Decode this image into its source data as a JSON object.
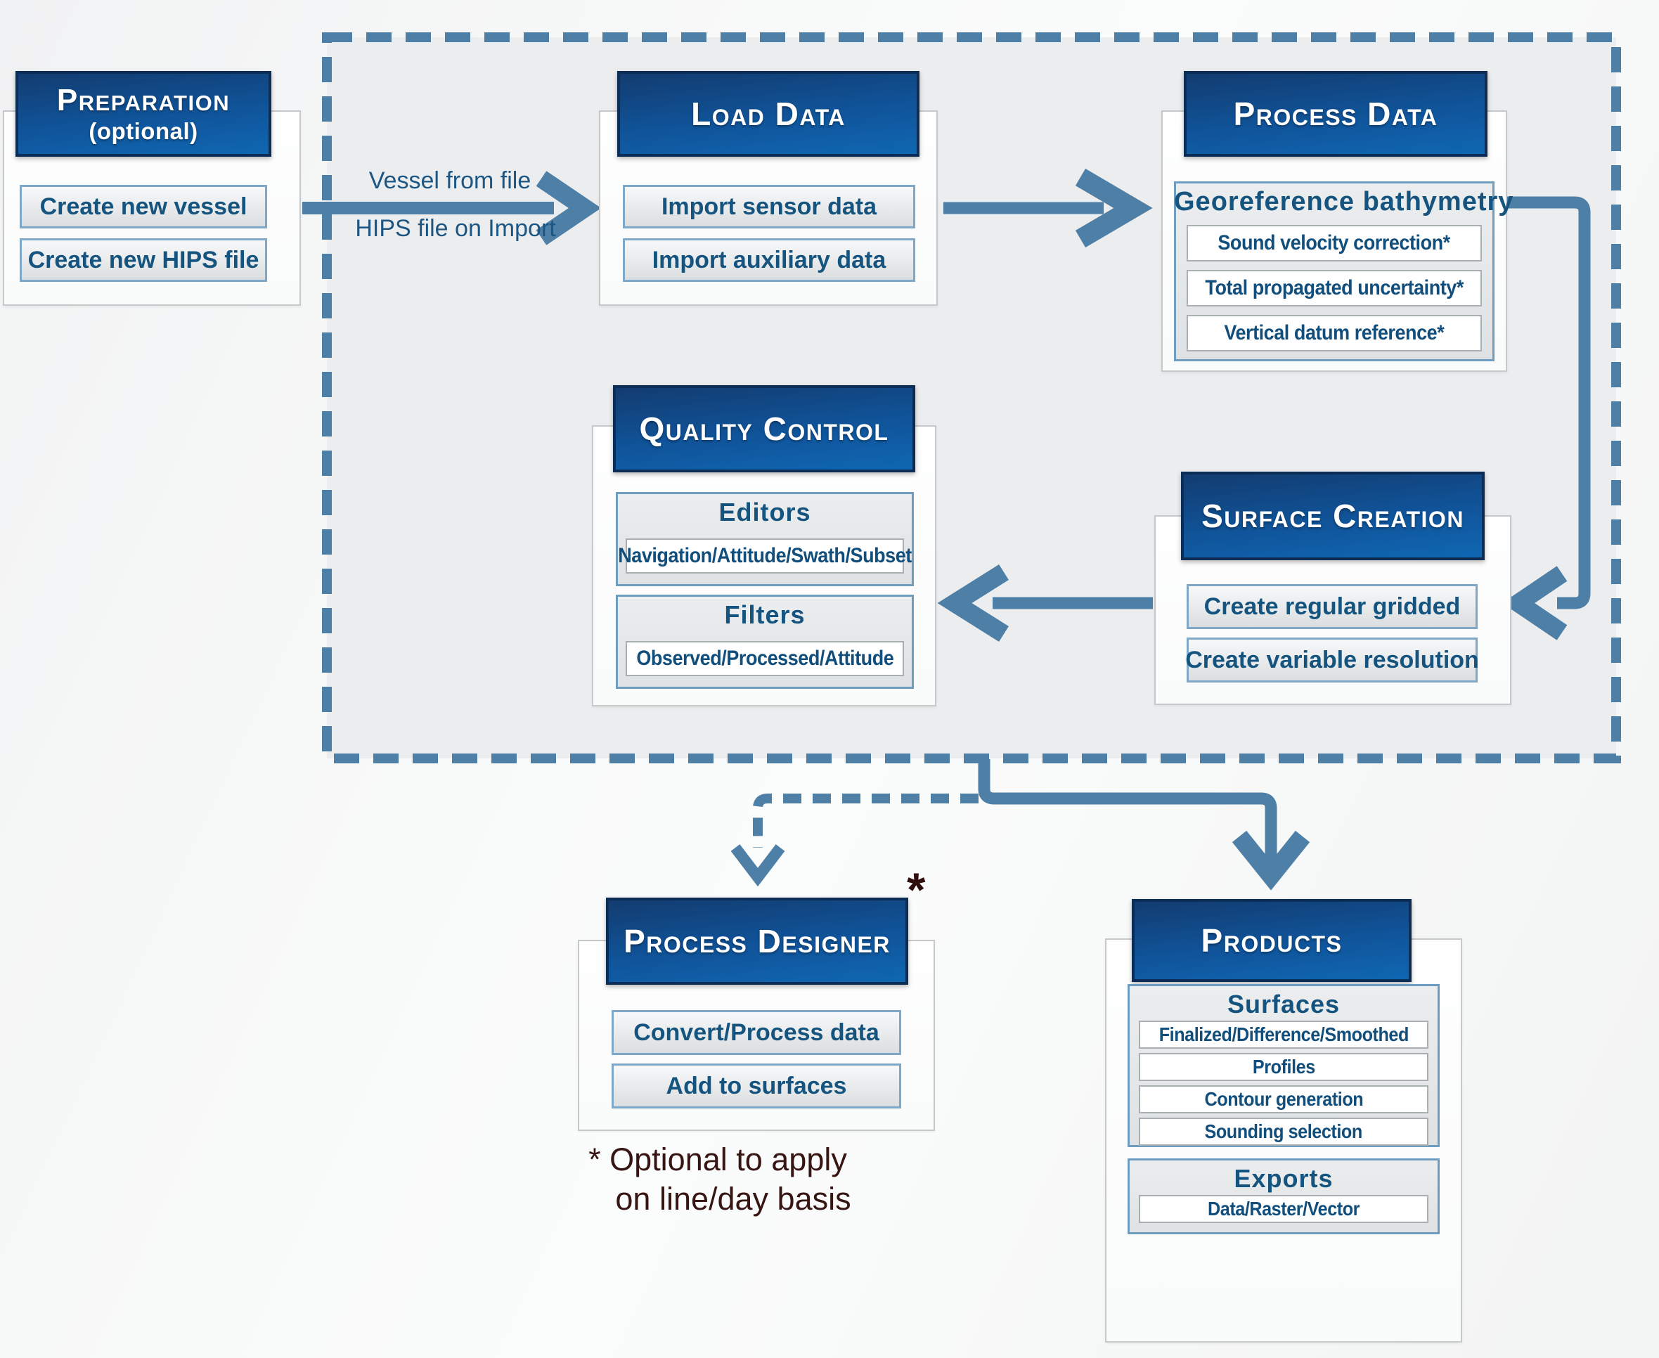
{
  "colors": {
    "accent_blue": "#4e7fa6",
    "header_gradient_top": "#123c70",
    "header_gradient_bottom": "#0f67b2",
    "button_text_blue": "#15547f",
    "note_maroon": "#361512",
    "dashed_region_fill": "#ecedee"
  },
  "preparation": {
    "title": "Preparation",
    "subtitle": "(optional)",
    "items": [
      "Create new vessel",
      "Create new HIPS file"
    ]
  },
  "load_data": {
    "title": "Load Data",
    "items": [
      "Import sensor data",
      "Import auxiliary data"
    ]
  },
  "process_data": {
    "title": "Process Data",
    "group_title": "Georeference bathymetry",
    "items": [
      "Sound velocity correction*",
      "Total propagated uncertainty*",
      "Vertical datum reference*"
    ]
  },
  "quality_control": {
    "title": "Quality Control",
    "editors_title": "Editors",
    "editors_items": [
      "Navigation/Attitude/Swath/Subset"
    ],
    "filters_title": "Filters",
    "filters_items": [
      "Observed/Processed/Attitude"
    ]
  },
  "surface_creation": {
    "title": "Surface Creation",
    "items": [
      "Create regular gridded",
      "Create variable resolution"
    ]
  },
  "process_designer": {
    "title": "Process Designer",
    "asterisk": "*",
    "items": [
      "Convert/Process data",
      "Add to surfaces"
    ]
  },
  "products": {
    "title": "Products",
    "surfaces_title": "Surfaces",
    "surfaces_items": [
      "Finalized/Difference/Smoothed",
      "Profiles",
      "Contour generation",
      "Sounding selection"
    ],
    "exports_title": "Exports",
    "exports_items": [
      "Data/Raster/Vector"
    ]
  },
  "connectors": {
    "vessel_label": "Vessel from file",
    "hips_label": "HIPS file on Import"
  },
  "note": {
    "line1": "* Optional to apply",
    "line2": "on line/day basis"
  }
}
